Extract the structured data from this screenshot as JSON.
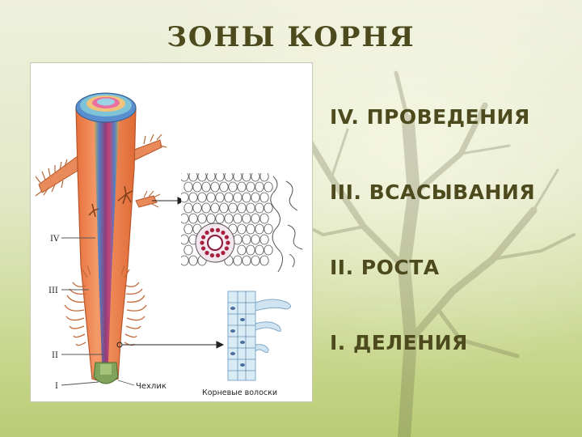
{
  "slide": {
    "title": "ЗОНЫ КОРНЯ"
  },
  "figure": {
    "labels": {
      "iv": "IV",
      "iii": "III",
      "ii": "II",
      "i": "I"
    },
    "root_cap": "Чехлик",
    "root_hairs": "Корневые волоски"
  },
  "zones": [
    {
      "label": "IV. ПРОВЕДЕНИЯ"
    },
    {
      "label": "III. ВСАСЫВАНИЯ"
    },
    {
      "label": "II. РОСТА"
    },
    {
      "label": "I. ДЕЛЕНИЯ"
    }
  ],
  "colors": {
    "text": "#4d4a1e",
    "root": "#f08a5a",
    "root_dark": "#c9602f",
    "stele_blue": "#4a7ec8",
    "stele_purple": "#8a3a7a"
  }
}
